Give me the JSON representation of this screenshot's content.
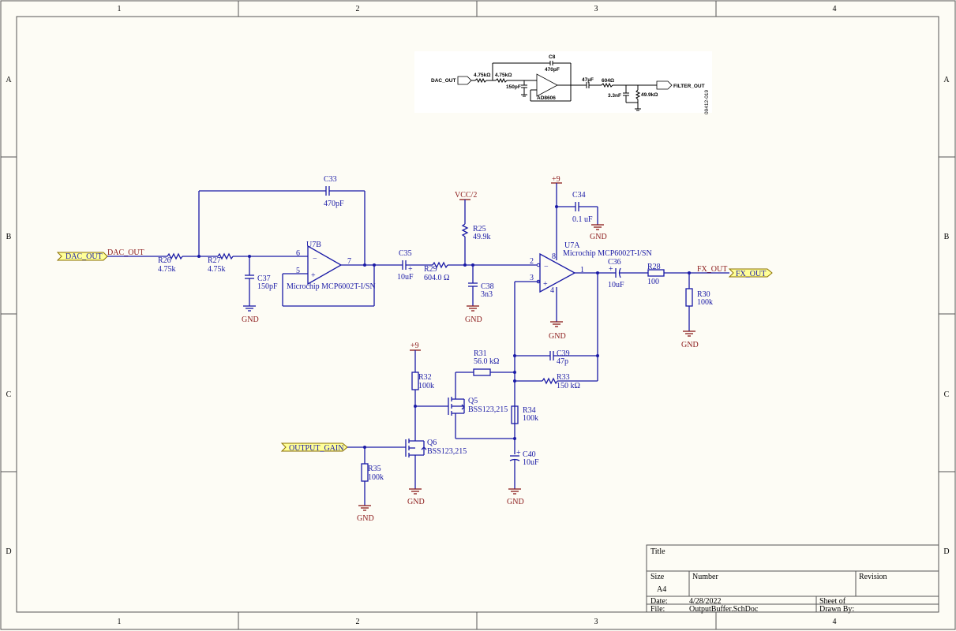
{
  "frame": {
    "cols": [
      "1",
      "2",
      "3",
      "4"
    ],
    "rows": [
      "A",
      "B",
      "C",
      "D"
    ]
  },
  "title_block": {
    "title_label": "Title",
    "size_label": "Size",
    "size_value": "A4",
    "number_label": "Number",
    "revision_label": "Revision",
    "date_label": "Date:",
    "date_value": "4/28/2022",
    "sheet_label": "Sheet   of",
    "file_label": "File:",
    "file_value": "OutputBuffer.SchDoc",
    "drawn_label": "Drawn By:"
  },
  "reference": {
    "dac_out": "DAC_OUT",
    "r1": "4.75kΩ",
    "r2": "4.75kΩ",
    "c8": "C8",
    "c8_val": "470pF",
    "c_150": "150pF",
    "opamp": "AD8606",
    "c_47u": "47µF",
    "r_604": "604Ω",
    "c_33": "3.3nF",
    "r_499": "49.9kΩ",
    "filter_out": "FILTER_OUT",
    "fig_id": "09412-019"
  },
  "ports": {
    "dac_out": "DAC_OUT",
    "fx_out": "FX_OUT",
    "output_gain": "OUTPUT_GAIN"
  },
  "nets": {
    "dac_out_net": "DAC_OUT",
    "fx_out_net": "FX_OUT",
    "vcc2": "VCC/2",
    "p9a": "+9",
    "p9b": "+9",
    "gnd": "GND"
  },
  "parts": {
    "r26": "R26",
    "r26v": "4.75k",
    "r27": "R27",
    "r27v": "4.75k",
    "c33": "C33",
    "c33v": "470pF",
    "c37": "C37",
    "c37v": "150pF",
    "u7b": "U7B",
    "u7bv": "Microchip MCP6002T-I/SN",
    "u7b_pin6": "6",
    "u7b_pin5": "5",
    "u7b_pin7": "7",
    "c35": "C35",
    "c35v": "10uF",
    "r29": "R29",
    "r29v": "604.0 Ω",
    "r25": "R25",
    "r25v": "49.9k",
    "c38": "C38",
    "c38v": "3n3",
    "c34": "C34",
    "c34v": "0.1 uF",
    "u7a": "U7A",
    "u7av": "Microchip MCP6002T-I/SN",
    "u7a_pin2": "2",
    "u7a_pin3": "3",
    "u7a_pin1": "1",
    "u7a_pin8": "8",
    "u7a_pin4": "4",
    "c36": "C36",
    "c36v": "10uF",
    "r28": "R28",
    "r28v": "100",
    "r30": "R30",
    "r30v": "100k",
    "r31": "R31",
    "r31v": "56.0 kΩ",
    "c39": "C39",
    "c39v": "47p",
    "r33": "R33",
    "r33v": "150 kΩ",
    "r32": "R32",
    "r32v": "100k",
    "q5": "Q5",
    "q5v": "BSS123,215",
    "r34": "R34",
    "r34v": "100k",
    "q6": "Q6",
    "q6v": "BSS123,215",
    "c40": "C40",
    "c40v": "10uF",
    "r35": "R35",
    "r35v": "100k"
  }
}
